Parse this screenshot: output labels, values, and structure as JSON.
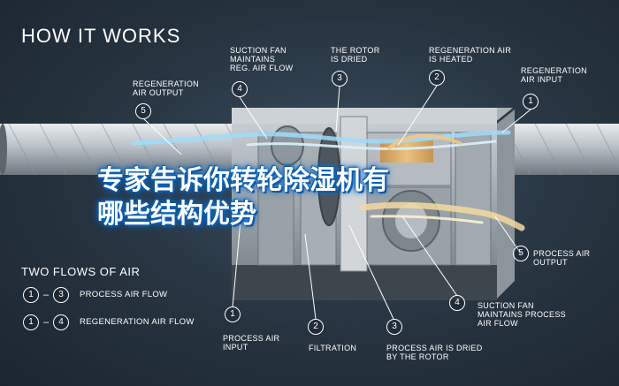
{
  "title": "HOW IT WORKS",
  "overlay_title": {
    "line1": "专家告诉你转轮除湿机有",
    "line2": "哪些结构优势"
  },
  "callouts": {
    "regeneration_air_output": {
      "number": "5",
      "line1": "REGENERATION",
      "line2": "AIR OUTPUT"
    },
    "suction_fan_reg": {
      "number": "4",
      "line1": "SUCTION FAN",
      "line2": "MAINTAINS",
      "line3": "REG. AIR FLOW"
    },
    "rotor_dried": {
      "number": "3",
      "line1": "THE ROTOR",
      "line2": "IS DRIED"
    },
    "regeneration_heated": {
      "number": "2",
      "line1": "REGENERATION AIR",
      "line2": "IS HEATED"
    },
    "regeneration_input": {
      "number": "1",
      "line1": "REGENERATION",
      "line2": "AIR INPUT"
    },
    "process_air_output": {
      "number": "5",
      "line1": "PROCESS AIR",
      "line2": "OUTPUT"
    },
    "suction_fan_process": {
      "number": "4",
      "line1": "SUCTION FAN",
      "line2": "MAINTAINS PROCESS",
      "line3": "AIR FLOW"
    },
    "process_air_input": {
      "number": "1",
      "line1": "PROCESS AIR",
      "line2": "INPUT"
    },
    "filtration": {
      "number": "2",
      "line1": "FILTRATION"
    },
    "process_dried_rotor": {
      "number": "3",
      "line1": "PROCESS AIR IS DRIED",
      "line2": "BY THE ROTOR"
    }
  },
  "legend": {
    "title": "TWO FLOWS OF AIR",
    "rows": [
      {
        "from": "1",
        "to": "3",
        "sep": "–",
        "label": "PROCESS AIR FLOW"
      },
      {
        "from": "1",
        "to": "4",
        "sep": "–",
        "label": "REGENERATION AIR FLOW"
      }
    ]
  },
  "colors": {
    "background": "#26333f",
    "text": "#ffffff",
    "process_air": "#8fd3f5",
    "regeneration_air": "#f3d9a0",
    "overlay_glow": "#0a5fb4"
  }
}
